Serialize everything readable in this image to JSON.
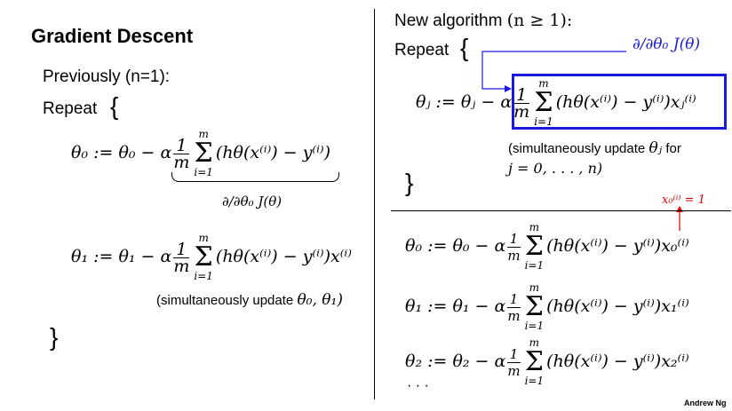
{
  "left": {
    "title": "Gradient Descent",
    "previously": "Previously (n=1):",
    "repeat": "Repeat",
    "open_brace": "{",
    "close_brace": "}",
    "eq0": {
      "lhs": "θ₀ := θ₀ − α",
      "num": "1",
      "den": "m",
      "sum_top": "m",
      "sum_sig": "Σ",
      "sum_bot": "i=1",
      "body": "(hθ(x⁽ⁱ⁾) − y⁽ⁱ⁾)"
    },
    "brace_label": "∂/∂θ₀ J(θ)",
    "eq1": {
      "lhs": "θ₁ := θ₁ − α",
      "num": "1",
      "den": "m",
      "sum_top": "m",
      "sum_sig": "Σ",
      "sum_bot": "i=1",
      "body": "(hθ(x⁽ⁱ⁾) − y⁽ⁱ⁾)x⁽ⁱ⁾"
    },
    "note": "(simultaneously update",
    "note_math": "θ₀, θ₁)"
  },
  "right": {
    "title": "New algorithm",
    "title_math": "(n ≥ 1):",
    "repeat": "Repeat",
    "open_brace": "{",
    "close_brace": "}",
    "derivative_label": "∂/∂θ₀ J(θ)",
    "eqj": {
      "lhs": "θⱼ := θⱼ − α",
      "num": "1",
      "den": "m",
      "sum_top": "m",
      "sum_sig": "Σ",
      "sum_bot": "i=1",
      "body": "(hθ(x⁽ⁱ⁾) − y⁽ⁱ⁾)xⱼ⁽ⁱ⁾"
    },
    "note_line1": "(simultaneously update",
    "note_math1": "θⱼ",
    "note_for": "for",
    "note_line2": "j = 0, . . . , n)",
    "x0_label": "x₀⁽ⁱ⁾ = 1",
    "eqs": [
      {
        "lhs": "θ₀ := θ₀ − α",
        "num": "1",
        "den": "m",
        "sum_top": "m",
        "sum_sig": "Σ",
        "sum_bot": "i=1",
        "body": "(hθ(x⁽ⁱ⁾) − y⁽ⁱ⁾)x₀⁽ⁱ⁾"
      },
      {
        "lhs": "θ₁ := θ₁ − α",
        "num": "1",
        "den": "m",
        "sum_top": "m",
        "sum_sig": "Σ",
        "sum_bot": "i=1",
        "body": "(hθ(x⁽ⁱ⁾) − y⁽ⁱ⁾)x₁⁽ⁱ⁾"
      },
      {
        "lhs": "θ₂ := θ₂ − α",
        "num": "1",
        "den": "m",
        "sum_top": "m",
        "sum_sig": "Σ",
        "sum_bot": "i=1",
        "body": "(hθ(x⁽ⁱ⁾) − y⁽ⁱ⁾)x₂⁽ⁱ⁾"
      }
    ],
    "ellipsis": "· · ·"
  },
  "footer": {
    "author": "Andrew Ng"
  },
  "colors": {
    "blue": "#1a1adc",
    "red": "#e00000"
  }
}
